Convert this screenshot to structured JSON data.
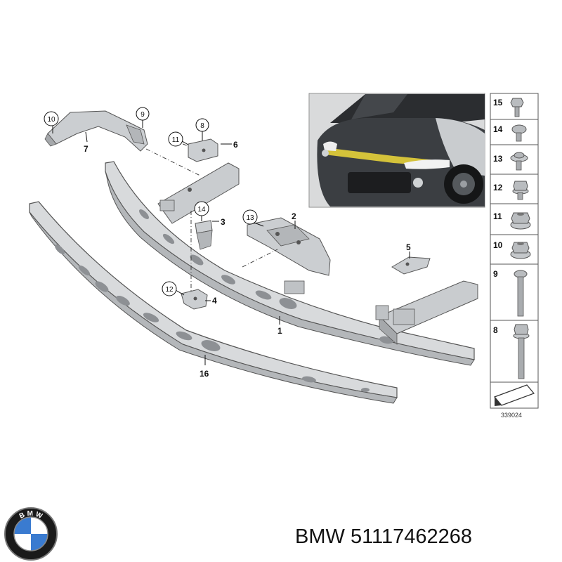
{
  "diagram": {
    "diagram_number": "339024",
    "callouts": [
      {
        "id": "c1",
        "label": "1"
      },
      {
        "id": "c2",
        "label": "2"
      },
      {
        "id": "c3",
        "label": "3"
      },
      {
        "id": "c4",
        "label": "4"
      },
      {
        "id": "c5",
        "label": "5"
      },
      {
        "id": "c6",
        "label": "6"
      },
      {
        "id": "c7",
        "label": "7"
      },
      {
        "id": "c16",
        "label": "16"
      }
    ],
    "circled_callouts": [
      {
        "id": "cc8",
        "label": "8"
      },
      {
        "id": "cc9",
        "label": "9"
      },
      {
        "id": "cc10",
        "label": "10"
      },
      {
        "id": "cc11",
        "label": "11"
      },
      {
        "id": "cc12",
        "label": "12"
      },
      {
        "id": "cc13",
        "label": "13"
      },
      {
        "id": "cc14",
        "label": "14"
      }
    ],
    "fastener_panel": [
      {
        "label": "15",
        "kind": "bolt-short"
      },
      {
        "label": "14",
        "kind": "screw-round"
      },
      {
        "label": "13",
        "kind": "screw-flange"
      },
      {
        "label": "12",
        "kind": "bolt-hex"
      },
      {
        "label": "11",
        "kind": "nut-flange"
      },
      {
        "label": "10",
        "kind": "nut-collar"
      },
      {
        "label": "9",
        "kind": "bolt-long"
      },
      {
        "label": "8",
        "kind": "bolt-hex-long"
      }
    ]
  },
  "caption": {
    "brand": "BMW",
    "part_number": "51117462268"
  }
}
